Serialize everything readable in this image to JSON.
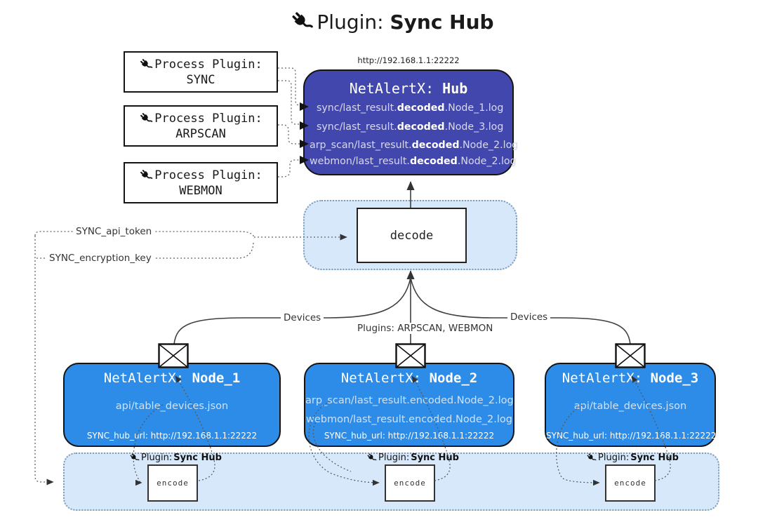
{
  "title": {
    "prefix": "Plugin: ",
    "bold": "Sync Hub"
  },
  "icons": {
    "plug": "power-plug",
    "envelope": "envelope",
    "arrow": "triangle-arrow"
  },
  "process_plugins": [
    {
      "line1": "Process Plugin:",
      "name": "SYNC"
    },
    {
      "line1": "Process Plugin:",
      "name": "ARPSCAN"
    },
    {
      "line1": "Process Plugin:",
      "name": "WEBMON"
    }
  ],
  "hub": {
    "url": "http://192.168.1.1:22222",
    "title_prefix": "NetAlertX: ",
    "title_bold": "Hub",
    "logs": [
      {
        "prefix": "sync/last_result.",
        "bold": "decoded",
        "suffix": ".Node_1.log"
      },
      {
        "prefix": "sync/last_result.",
        "bold": "decoded",
        "suffix": ".Node_3.log"
      },
      {
        "prefix": "arp_scan/last_result.",
        "bold": "decoded",
        "suffix": ".Node_2.log"
      },
      {
        "prefix": "webmon/last_result.",
        "bold": "decoded",
        "suffix": ".Node_2.log"
      }
    ]
  },
  "decode": {
    "label": "decode"
  },
  "config": {
    "api_token": "SYNC_api_token",
    "encryption_key": "SYNC_encryption_key"
  },
  "edges": {
    "devices_left": "Devices",
    "devices_right": "Devices",
    "plugins_mid": "Plugins: ARPSCAN, WEBMON"
  },
  "nodes": [
    {
      "title_prefix": "NetAlertX: ",
      "title_bold": "Node_1",
      "files": [
        "api/table_devices.json"
      ],
      "hub_url": "SYNC_hub_url: http://192.168.1.1:22222"
    },
    {
      "title_prefix": "NetAlertX: ",
      "title_bold": "Node_2",
      "files": [
        "arp_scan/last_result.encoded.Node_2.log",
        "webmon/last_result.encoded.Node_2.log"
      ],
      "hub_url": "SYNC_hub_url: http://192.168.1.1:22222"
    },
    {
      "title_prefix": "NetAlertX: ",
      "title_bold": "Node_3",
      "files": [
        "api/table_devices.json"
      ],
      "hub_url": "SYNC_hub_url: http://192.168.1.1:22222"
    }
  ],
  "encode": {
    "label": "encode",
    "plugin_prefix": "Plugin: ",
    "plugin_bold": "Sync Hub"
  },
  "colors": {
    "hub_bg": "#4247ae",
    "node_bg": "#2d8ce8",
    "panel_bg": "#d6e8fa",
    "panel_border": "#7e9cb8",
    "box_border": "#141414",
    "hub_text": "#d8d9ee",
    "hub_text_bold": "#ffffff",
    "node_text": "#cfe2f8",
    "line": "#3f3f3f",
    "dotted": "#666666"
  }
}
